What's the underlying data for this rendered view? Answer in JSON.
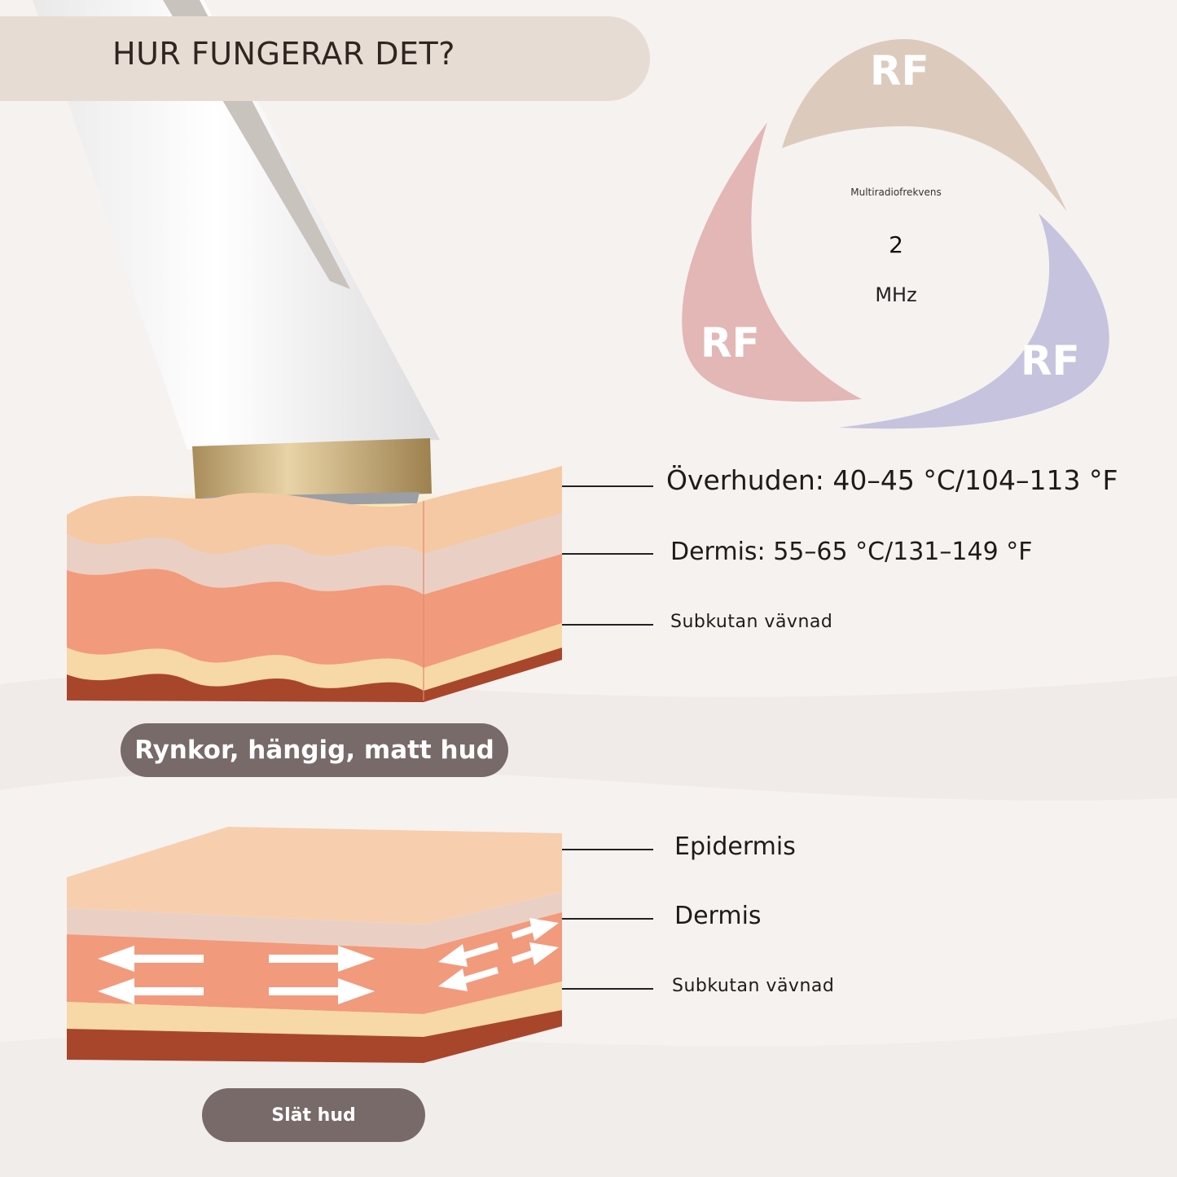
{
  "header": {
    "title": "HUR FUNGERAR DET?"
  },
  "rf_diagram": {
    "segment_labels": [
      "RF",
      "RF",
      "RF"
    ],
    "center_caption": "Multiradiofrekvens",
    "center_value": "2",
    "center_unit": "MHz",
    "colors": {
      "top": "#dccbbd",
      "left": "#e2b7b5",
      "right": "#c6c3de"
    }
  },
  "upper_skin": {
    "labels": {
      "epidermis": "Överhuden: 40–45 °C/104–113 °F",
      "dermis": "Dermis: 55–65 °C/131–149 °F",
      "subcutaneous": "Subkutan vävnad"
    },
    "caption": "Rynkor, hängig, matt hud"
  },
  "lower_skin": {
    "labels": {
      "epidermis": "Epidermis",
      "dermis": "Dermis",
      "subcutaneous": "Subkutan vävnad"
    },
    "caption": "Slät hud"
  },
  "colors": {
    "epidermis": "#f5c9a4",
    "dermis_top": "#f2b9a6",
    "dermis": "#f29a7c",
    "fat": "#f6d9a6",
    "base": "#a8462b",
    "pill": "#776a69",
    "banner": "#e7dcd3",
    "device_ring": "#c9a971"
  }
}
